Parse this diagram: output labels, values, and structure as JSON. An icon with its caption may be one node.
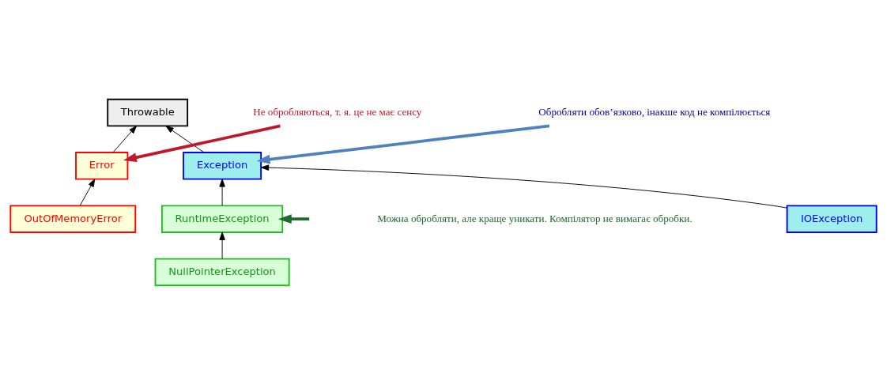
{
  "diagram": {
    "nodes": [
      {
        "text": [
          "Throwable"
        ]
      },
      {
        "text": [
          "Error"
        ]
      },
      {
        "text": [
          "Exception"
        ]
      },
      {
        "text": [
          "OutOfMemoryError"
        ]
      },
      {
        "text": [
          "RuntimeException"
        ]
      },
      {
        "text": [
          "IOException"
        ]
      },
      {
        "text": [
          "NullPointerException"
        ]
      },
      {
        "text": [
          "Не обробляються, т. я. це не має сенсу"
        ]
      },
      {
        "text": [
          "Обробляти обов’язково, інакше код не компілюється"
        ]
      },
      {
        "text": [
          "Можна обробляти, але краще уникати. Компілятор не вимагає обробки."
        ]
      }
    ],
    "edges": [
      {
        "from": 1,
        "to": 0,
        "arrow": "to"
      },
      {
        "from": 2,
        "to": 0,
        "arrow": "to"
      },
      {
        "from": 3,
        "to": 1,
        "arrow": "to"
      },
      {
        "from": 5,
        "to": 2,
        "arrow": "to"
      },
      {
        "from": 4,
        "to": 2,
        "arrow": "to"
      },
      {
        "from": 6,
        "to": 4,
        "arrow": "to"
      },
      {
        "from": 7,
        "to": 1,
        "arrow": "to",
        "style": "thick",
        "color": "#c0182a"
      },
      {
        "from": 8,
        "to": 2,
        "arrow": "to",
        "style": "thick",
        "color": "#4f81bd"
      },
      {
        "from": 9,
        "to": 4,
        "arrow": "to",
        "style": "thick",
        "color": "#1e6b2e"
      }
    ]
  }
}
